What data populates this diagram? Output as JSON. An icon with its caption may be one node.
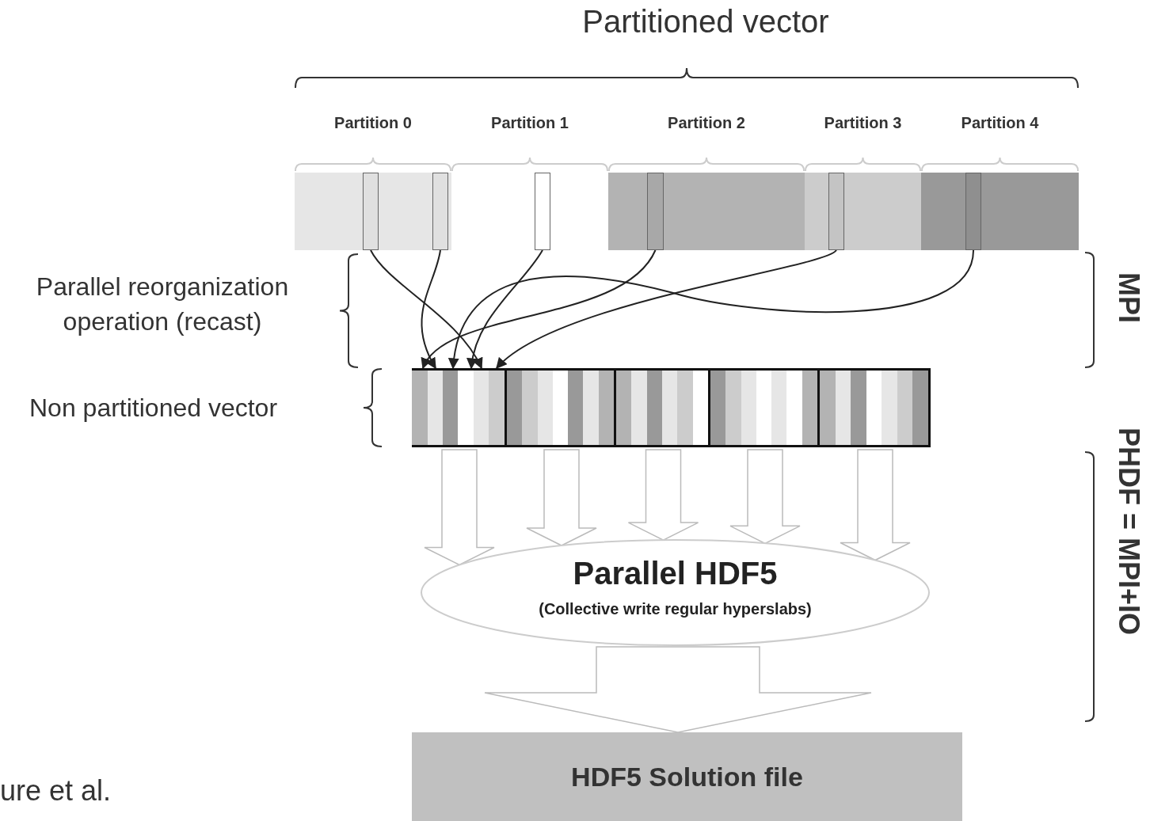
{
  "diagram": {
    "nodes": [
      {
        "text": [
          "Partition 0"
        ]
      },
      {
        "text": [],
        "shape": "box",
        "in": 0
      },
      {
        "text": [],
        "shape": "box",
        "in": 0
      },
      {
        "text": [
          "Partition 1"
        ]
      },
      {
        "text": [],
        "shape": "box",
        "in": 3
      },
      {
        "text": [
          "Partition 2"
        ]
      },
      {
        "text": [],
        "shape": "box",
        "in": 5
      },
      {
        "text": [
          "Partition 3"
        ]
      },
      {
        "text": [],
        "shape": "box",
        "in": 7
      },
      {
        "text": [
          "Partition 4"
        ]
      },
      {
        "text": [],
        "shape": "box",
        "in": 9
      },
      {
        "text": [],
        "shape": "bar",
        "beside": [
          "Non partitioned vector"
        ]
      },
      {
        "text": [],
        "shape": "box",
        "in": 11
      },
      {
        "text": [],
        "shape": "box",
        "in": 11
      },
      {
        "text": [],
        "shape": "box",
        "in": 11
      },
      {
        "text": [],
        "shape": "box",
        "in": 11
      },
      {
        "text": [],
        "shape": "box",
        "in": 11
      },
      {
        "text": [
          "Parallel HDF5",
          "(Collective write regular hyperslabs)"
        ]
      },
      {
        "text": [
          "HDF5 Solution file"
        ]
      }
    ],
    "edges": [
      {
        "from": 1,
        "to": 12,
        "arrow": "to"
      },
      {
        "from": 2,
        "to": 12,
        "arrow": "to"
      },
      {
        "from": 4,
        "to": 12,
        "arrow": "to"
      },
      {
        "from": 6,
        "to": 12,
        "arrow": "to"
      },
      {
        "from": 8,
        "to": 12,
        "arrow": "to"
      },
      {
        "from": 10,
        "to": 12,
        "arrow": "to"
      },
      {
        "from": 12,
        "to": 17,
        "arrow": "to"
      },
      {
        "from": 13,
        "to": 17,
        "arrow": "to"
      },
      {
        "from": 14,
        "to": 17,
        "arrow": "to"
      },
      {
        "from": 15,
        "to": 17,
        "arrow": "to"
      },
      {
        "from": 16,
        "to": 17,
        "arrow": "to"
      },
      {
        "from": 17,
        "to": 18,
        "arrow": "to"
      }
    ],
    "labels": [
      "Partitioned vector",
      "Parallel reorganization operation (recast)",
      "MPI",
      "PHDF = MPI+IO",
      "ure et al."
    ]
  }
}
